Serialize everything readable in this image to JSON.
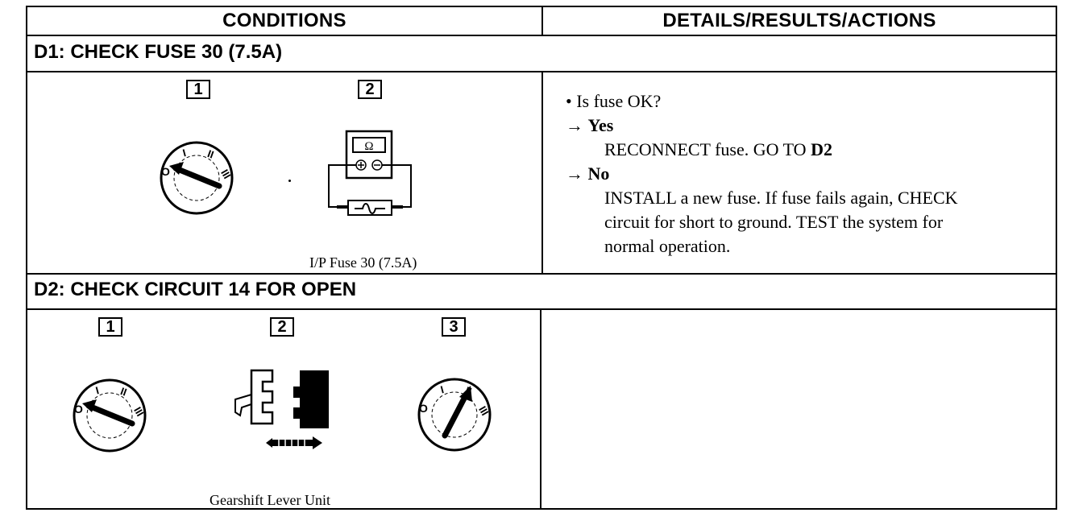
{
  "header": {
    "conditions": "CONDITIONS",
    "details": "DETAILS/RESULTS/ACTIONS"
  },
  "d1": {
    "title": "D1: CHECK FUSE 30 (7.5A)",
    "steps": [
      "1",
      "2"
    ],
    "meter_symbol": "Ω",
    "caption": "I/P Fuse 30 (7.5A)",
    "details": {
      "question": "• Is fuse OK?",
      "yes_arrow": "→",
      "yes_label": "Yes",
      "yes_action_prefix": "RECONNECT fuse. GO TO ",
      "yes_action_target": "D2",
      "no_arrow": "→",
      "no_label": "No",
      "no_action_line1": "INSTALL a new fuse. If fuse fails again, CHECK",
      "no_action_line2": "circuit for short to ground. TEST the system for",
      "no_action_line3": "normal operation."
    }
  },
  "d2": {
    "title": "D2: CHECK CIRCUIT 14 FOR OPEN",
    "steps": [
      "1",
      "2",
      "3"
    ],
    "caption": "Gearshift Lever Unit"
  },
  "ignition_labels": {
    "off": "O",
    "pos1": "I",
    "pos2": "II",
    "pos3": "III"
  }
}
